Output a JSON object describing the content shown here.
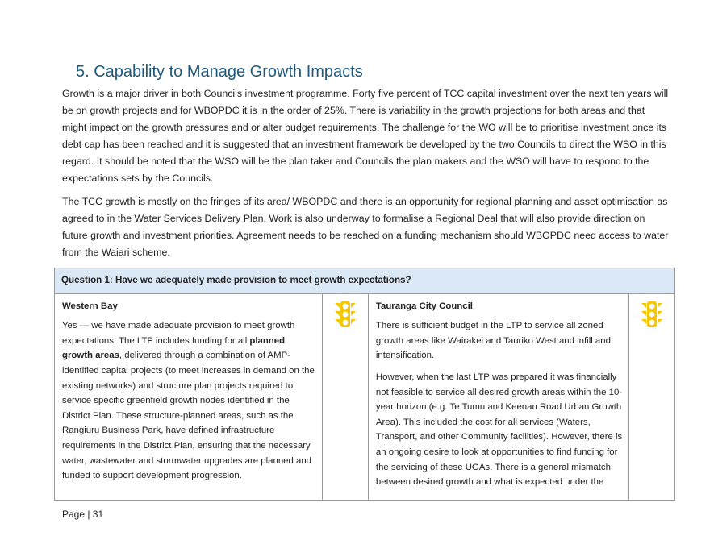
{
  "section_title": "5. Capability to Manage Growth Impacts",
  "paragraphs": [
    "Growth is a major driver in both Councils investment programme. Forty five percent of TCC capital investment over the next ten years will be on growth projects and for WBOPDC it is in the order of 25%. There is variability in the growth projections for both areas and that might impact on the growth pressures and or alter budget requirements. The challenge for the WO will be to prioritise investment once its debt cap has been reached and it is suggested that an investment framework be developed by the two Councils to direct the WSO in this regard. It should be noted that the WSO will be the plan taker and Councils the plan makers and the WSO will have to respond to the expectations sets by the Councils.",
    "The TCC growth is mostly on the fringes of its area/ WBOPDC and there is an opportunity for regional planning and asset optimisation as agreed to in the Water Services Delivery Plan. Work is also underway to formalise a Regional Deal that will also provide direction on future growth and investment priorities. Agreement needs to be reached on a funding mechanism should WBOPDC need access to water from the Waiari scheme."
  ],
  "question": "Question 1: Have we adequately made provision to meet growth expectations?",
  "western_bay": {
    "heading": "Western Bay",
    "text_before": "Yes — we have made adequate provision to meet growth expectations. The LTP includes funding for all ",
    "bold": "planned growth areas",
    "text_after": ", delivered through a combination of AMP-identified capital projects (to meet increases in demand on the existing networks) and structure plan projects required to service specific greenfield growth nodes identified in the District Plan. These structure-planned areas, such as the Rangiuru Business Park, have defined infrastructure requirements in the District Plan, ensuring that the necessary water, wastewater and stormwater upgrades are planned and funded to support development progression.",
    "status_icon": "traffic-light-amber"
  },
  "tauranga": {
    "heading": "Tauranga City Council",
    "p1": "There is sufficient budget in the LTP to service all zoned growth areas like Wairakei and Tauriko West and infill and intensification.",
    "p2": "However, when the last LTP was prepared it was financially not feasible to service all desired growth areas within the 10-year horizon (e.g. Te Tumu and Keenan Road Urban Growth Area). This included the cost for all services (Waters, Transport, and other Community facilities). However, there is an ongoing desire to look at opportunities to find funding for the servicing of these UGAs. There is a general mismatch between desired growth and what is expected under the",
    "status_icon": "traffic-light-amber"
  },
  "colors": {
    "amber": "#f7c600",
    "title": "#1f5a7e",
    "header_bg": "#dbe9f6"
  },
  "footer": "Page | 31"
}
